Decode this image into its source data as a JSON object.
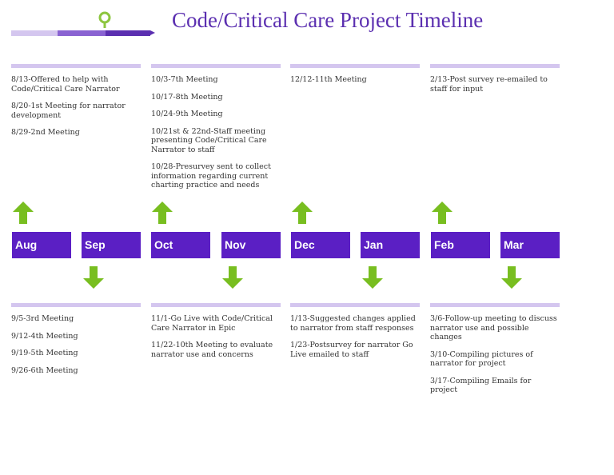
{
  "title": "Code/Critical Care Project Timeline",
  "colors": {
    "accent": "#5b1fc4",
    "arrow": "#78be20",
    "rule": "#d4c6ef",
    "pin": "#8dc63f"
  },
  "months": [
    "Aug",
    "Sep",
    "Oct",
    "Nov",
    "Dec",
    "Jan",
    "Feb",
    "Mar"
  ],
  "top_notes": [
    [
      "8/13-Offered to help with Code/Critical Care Narrator",
      "8/20-1st Meeting for narrator development",
      "8/29-2nd Meeting"
    ],
    [
      "10/3-7th Meeting",
      "10/17-8th Meeting",
      "10/24-9th Meeting",
      "10/21st & 22nd-Staff meeting presenting Code/Critical Care Narrator to staff",
      "10/28-Presurvey sent to collect information regarding current charting practice and needs"
    ],
    [
      "12/12-11th Meeting"
    ],
    [
      "2/13-Post survey re-emailed to staff for input"
    ]
  ],
  "bottom_notes": [
    [
      "9/5-3rd Meeting",
      "9/12-4th Meeting",
      "9/19-5th Meeting",
      "9/26-6th Meeting"
    ],
    [
      "11/1-Go Live with Code/Critical Care Narrator in Epic",
      "11/22-10th Meeting to evaluate narrator use and concerns"
    ],
    [
      "1/13-Suggested changes applied to narrator from staff responses",
      "1/23-Postsurvey for narrator Go Live emailed to staff"
    ],
    [
      "3/6-Follow-up meeting to discuss narrator use and possible changes",
      "3/10-Compiling pictures of narrator for project",
      "3/17-Compiling Emails for project"
    ]
  ]
}
